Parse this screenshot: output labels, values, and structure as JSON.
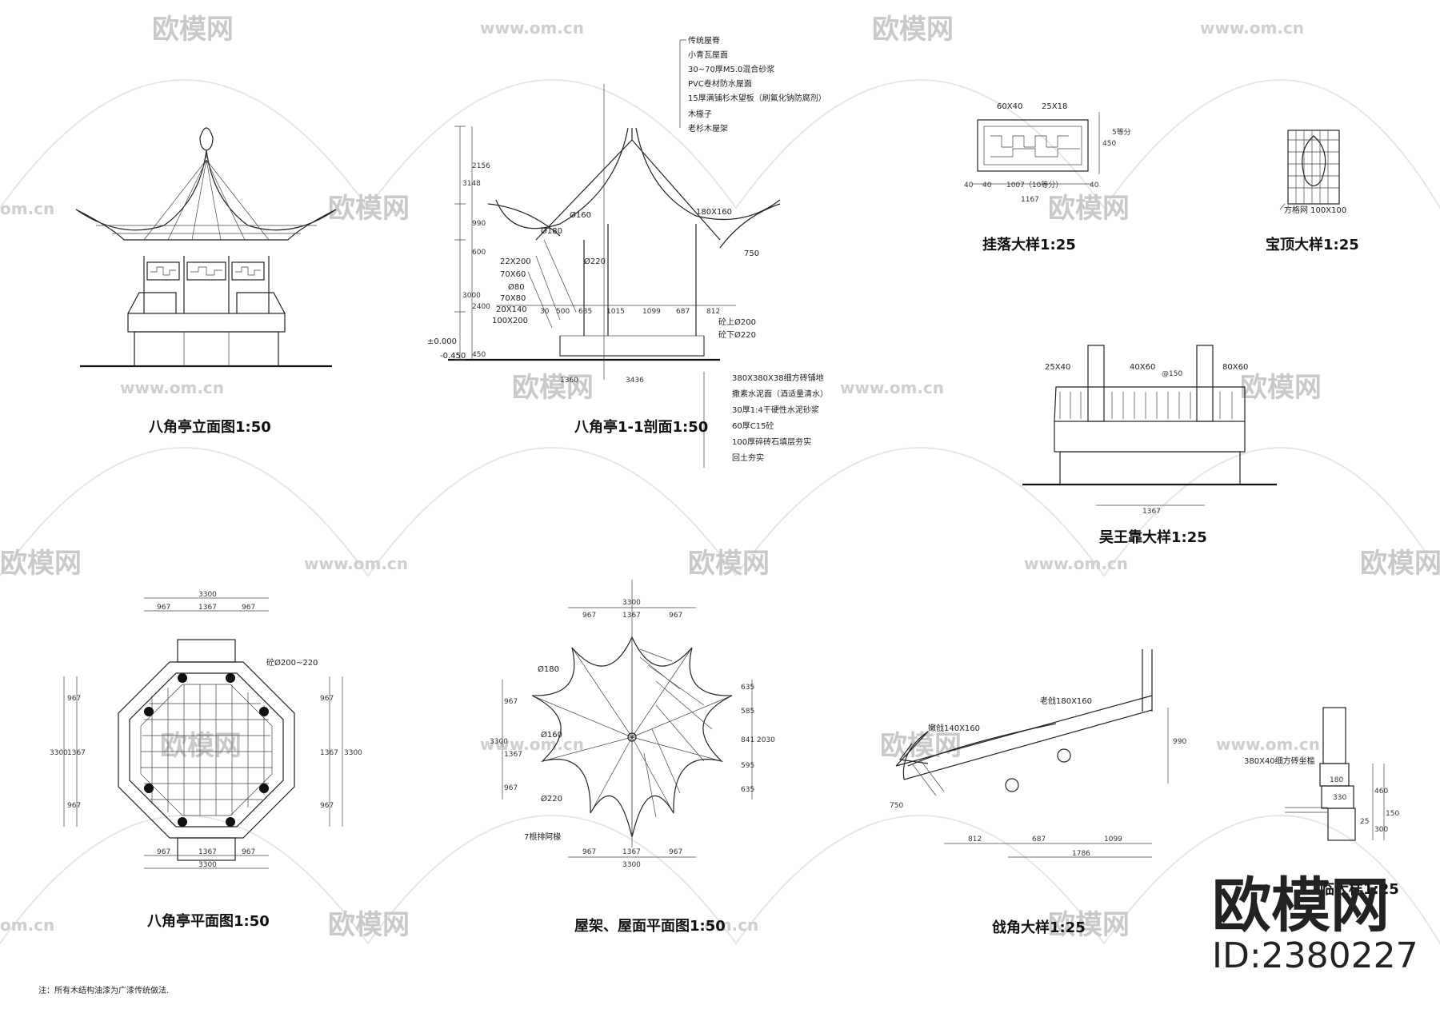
{
  "captions": {
    "elevation": "八角亭立面图1:50",
    "section": "八角亭1-1剖面1:50",
    "hanging_fascia": "挂落大样1:25",
    "finial": "宝顶大样1:25",
    "bench": "吴王靠大样1:25",
    "plan": "八角亭平面图1:50",
    "roof_plan": "屋架、屋面平面图1:50",
    "corner": "戗角大样1:25",
    "seat": "临大样1:25"
  },
  "note": "注：所有木结构油漆为广漆传统做法.",
  "roof_layers": [
    "传统屋脊",
    "小青瓦屋面",
    "30~70厚M5.0混合砂浆",
    "PVC卷材防水屋面",
    "15厚满铺杉木望板（刷氟化钠防腐剂）",
    "木椽子",
    "老杉木屋架"
  ],
  "floor_layers": [
    "380X380X38细方砖铺地",
    "撒素水泥面（酒适量清水）",
    "30厚1:4干硬性水泥砂浆",
    "60厚C15砼",
    "100厚碎砖石填层夯实",
    "回土夯实"
  ],
  "section_left_labels": [
    "Ø160",
    "Ø180",
    "Ø220",
    "22X200",
    "70X60",
    "Ø80",
    "70X80",
    "20X140",
    "100X200"
  ],
  "section_right_labels": [
    "180X160",
    "750",
    "砼上Ø200",
    "砼下Ø220"
  ],
  "section_levels": [
    "±0.000",
    "-0.450"
  ],
  "section_vdims": [
    "3148",
    "2156",
    "990",
    "600",
    "3000",
    "2400",
    "450"
  ],
  "section_hdims": [
    "30",
    "500",
    "635",
    "1015",
    "1099",
    "687",
    "812",
    "3436",
    "1360"
  ],
  "fascia_dims": [
    "60X40",
    "25X18",
    "40",
    "40",
    "1007（10等分）",
    "1167",
    "40",
    "450",
    "5等分"
  ],
  "finial_label": "方格网 100X100",
  "bench_dims": [
    "25X40",
    "40X60",
    "@150",
    "80X60",
    "1367"
  ],
  "plan_dims": {
    "top_total": "3300",
    "top_parts": [
      "967",
      "1367",
      "967"
    ],
    "side_parts": [
      "967",
      "1367",
      "967"
    ],
    "side_total": "3300",
    "col": "砼Ø200~220"
  },
  "roof_plan_labels": [
    "Ø180",
    "Ø160",
    "Ø220",
    "7根排阿椽",
    "3300",
    "967",
    "1367",
    "967",
    "635",
    "585",
    "841",
    "2030",
    "595",
    "635"
  ],
  "corner_labels": [
    "嫩戗140X160",
    "老戗180X160",
    "750",
    "990",
    "812",
    "687",
    "1099",
    "1786"
  ],
  "seat_labels": [
    "380X40细方砖坐槛",
    "180",
    "330",
    "460",
    "150",
    "25",
    "300"
  ],
  "watermarks": {
    "brand": "欧模网",
    "url": "www.om.cn",
    "url_short": "om.cn"
  },
  "brand": {
    "name": "欧模网",
    "id": "ID:2380227"
  }
}
